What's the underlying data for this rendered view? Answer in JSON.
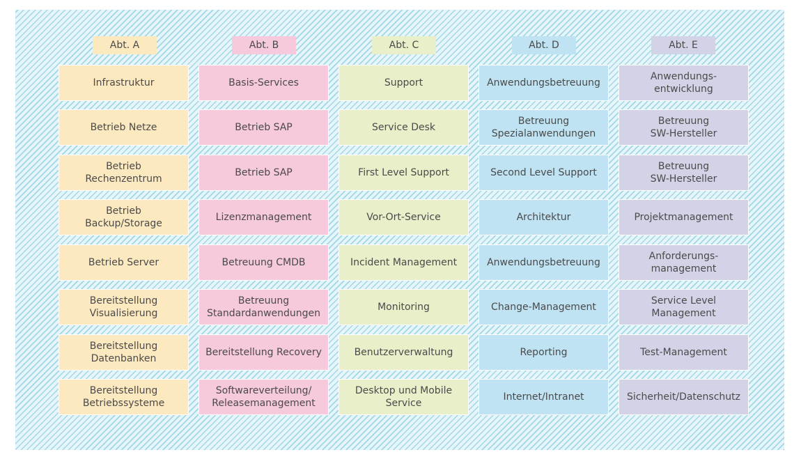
{
  "colors": {
    "abt_a": "#fde9bf",
    "abt_b": "#f6c9dc",
    "abt_c": "#e9efc9",
    "abt_d": "#bfe3f3",
    "abt_e": "#d3d3e8",
    "pattern": "#9fd7e6"
  },
  "columns": [
    {
      "header": "Abt. A",
      "cells": [
        "Infrastruktur",
        "Betrieb Netze",
        "Betrieb\nRechenzentrum",
        "Betrieb\nBackup/Storage",
        "Betrieb Server",
        "Bereitstellung\nVisualisierung",
        "Bereitstellung\nDatenbanken",
        "Bereitstellung\nBetriebssysteme"
      ]
    },
    {
      "header": "Abt. B",
      "cells": [
        "Basis-Services",
        "Betrieb SAP",
        "Betrieb SAP",
        "Lizenzmanagement",
        "Betreuung CMDB",
        "Betreuung\nStandardanwendungen",
        "Bereitstellung Recovery",
        "Softwareverteilung/\nReleasemanagement"
      ]
    },
    {
      "header": "Abt. C",
      "cells": [
        "Support",
        "Service Desk",
        "First Level Support",
        "Vor-Ort-Service",
        "Incident Management",
        "Monitoring",
        "Benutzerverwaltung",
        "Desktop und Mobile\nService"
      ]
    },
    {
      "header": "Abt. D",
      "cells": [
        "Anwendungsbetreuung",
        "Betreuung\nSpezialanwendungen",
        "Second Level Support",
        "Architektur",
        "Anwendungsbetreuung",
        "Change-Management",
        "Reporting",
        "Internet/Intranet"
      ]
    },
    {
      "header": "Abt. E",
      "cells": [
        "Anwendungs-\nentwicklung",
        "Betreuung\nSW-Hersteller",
        "Betreuung\nSW-Hersteller",
        "Projektmanagement",
        "Anforderungs-\nmanagement",
        "Service Level\nManagement",
        "Test-Management",
        "Sicherheit/Datenschutz"
      ]
    }
  ]
}
